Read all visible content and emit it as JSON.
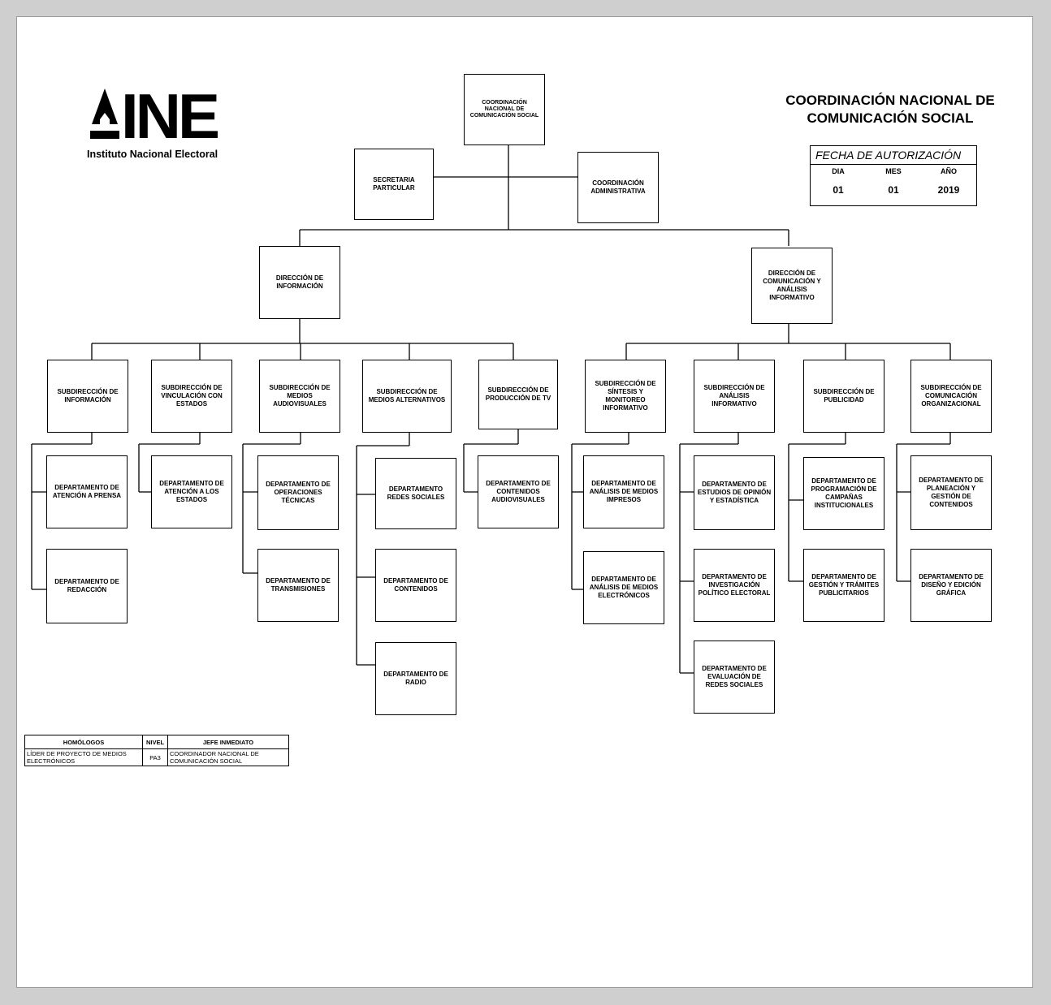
{
  "logo": {
    "name": "INE",
    "subtitle": "Instituto Nacional Electoral"
  },
  "title_line1": "COORDINACIÓN NACIONAL DE",
  "title_line2": "COMUNICACIÓN SOCIAL",
  "authorization": {
    "header": "FECHA DE AUTORIZACIÓN",
    "labels": [
      "DIA",
      "MES",
      "AÑO"
    ],
    "values": [
      "01",
      "01",
      "2019"
    ]
  },
  "org": {
    "root": "COORDINACIÓN NACIONAL DE COMUNICACIÓN SOCIAL",
    "secretaria": "SECRETARIA PARTICULAR",
    "coord_admin": "COORDINACIÓN ADMINISTRATIVA",
    "dir_informacion": "DIRECCIÓN DE INFORMACIÓN",
    "dir_comunicacion": "DIRECCIÓN DE COMUNICACIÓN Y ANÁLISIS INFORMATIVO",
    "sub_informacion": "SUBDIRECCIÓN DE INFORMACIÓN",
    "sub_vinculacion": "SUBDIRECCIÓN DE VINCULACIÓN CON ESTADOS",
    "sub_audiovisuales": "SUBDIRECCIÓN DE MEDIOS AUDIOVISUALES",
    "sub_alternativos": "SUBDIRECCIÓN DE MEDIOS ALTERNATIVOS",
    "sub_produccion": "SUBDIRECCIÓN DE PRODUCCIÓN DE TV",
    "sub_sintesis": "SUBDIRECCIÓN DE SÍNTESIS Y MONITOREO INFORMATIVO",
    "sub_analisis": "SUBDIRECCIÓN DE ANÁLISIS INFORMATIVO",
    "sub_publicidad": "SUBDIRECCIÓN DE PUBLICIDAD",
    "sub_organizacional": "SUBDIRECCIÓN DE COMUNICACIÓN ORGANIZACIONAL",
    "dep_prensa": "DEPARTAMENTO DE ATENCIÓN A PRENSA",
    "dep_redaccion": "DEPARTAMENTO DE REDACCIÓN",
    "dep_estados": "DEPARTAMENTO DE ATENCIÓN A LOS ESTADOS",
    "dep_operaciones": "DEPARTAMENTO DE OPERACIONES TÉCNICAS",
    "dep_transmisiones": "DEPARTAMENTO DE TRANSMISIONES",
    "dep_redes": "DEPARTAMENTO REDES SOCIALES",
    "dep_contenidos": "DEPARTAMENTO DE CONTENIDOS",
    "dep_radio": "DEPARTAMENTO DE RADIO",
    "dep_cont_audiovisuales": "DEPARTAMENTO DE CONTENIDOS AUDIOVISUALES",
    "dep_medios_impresos": "DEPARTAMENTO DE ANÁLISIS DE MEDIOS IMPRESOS",
    "dep_medios_electronicos": "DEPARTAMENTO DE ANÁLISIS DE MEDIOS ELECTRÓNICOS",
    "dep_estudios_opinion": "DEPARTAMENTO DE ESTUDIOS DE OPINIÓN Y ESTADÍSTICA",
    "dep_investigacion": "DEPARTAMENTO DE INVESTIGACIÓN POLÍTICO ELECTORAL",
    "dep_evaluacion": "DEPARTAMENTO DE EVALUACIÓN DE REDES SOCIALES",
    "dep_programacion": "DEPARTAMENTO DE PROGRAMACIÓN DE CAMPAÑAS INSTITUCIONALES",
    "dep_gestion": "DEPARTAMENTO DE GESTIÓN Y TRÁMITES PUBLICITARIOS",
    "dep_planeacion": "DEPARTAMENTO DE PLANEACIÓN Y GESTIÓN DE CONTENIDOS",
    "dep_diseno": "DEPARTAMENTO DE DISEÑO Y EDICIÓN GRÁFICA"
  },
  "ref_table": {
    "headers": [
      "HOMÓLOGOS",
      "NIVEL",
      "JEFE INMEDIATO"
    ],
    "homologo": "LÍDER DE PROYECTO DE MEDIOS ELECTRÓNICOS",
    "nivel": "PA3",
    "jefe": "COORDINADOR NACIONAL DE COMUNICACIÓN SOCIAL"
  }
}
